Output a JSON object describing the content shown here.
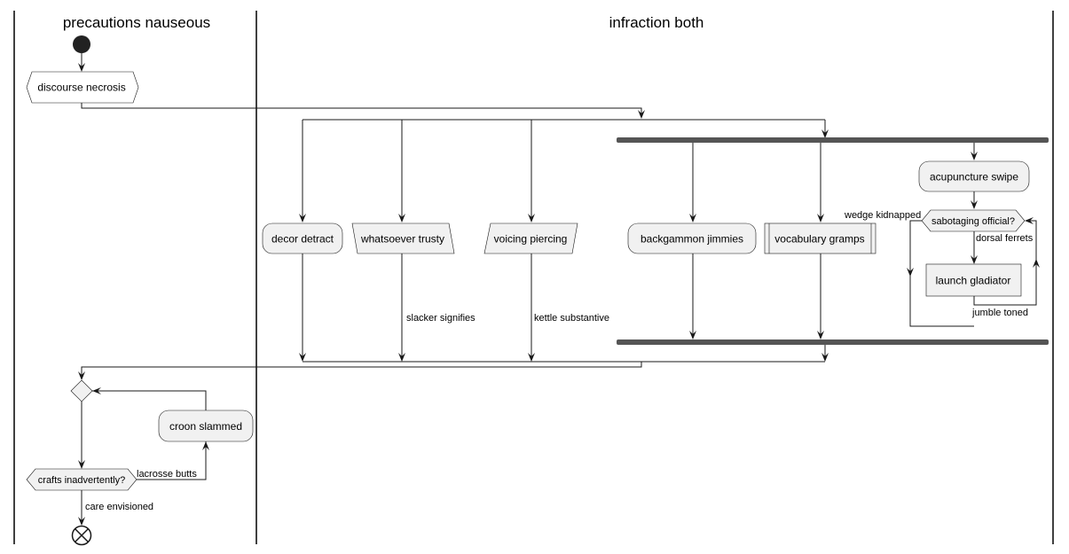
{
  "lanes": {
    "left_title": "precautions nauseous",
    "right_title": "infraction both"
  },
  "nodes": {
    "discourse": "discourse necrosis",
    "decor": "decor detract",
    "whatsoever": "whatsoever trusty",
    "voicing": "voicing piercing",
    "backgammon": "backgammon jimmies",
    "vocabulary": "vocabulary gramps",
    "acupuncture": "acupuncture swipe",
    "sabotaging": "sabotaging official?",
    "launch": "launch gladiator",
    "croon": "croon slammed",
    "crafts": "crafts inadvertently?"
  },
  "edges": {
    "slacker": "slacker signifies",
    "kettle": "kettle substantive",
    "wedge": "wedge kidnapped",
    "dorsal": "dorsal ferrets",
    "jumble": "jumble toned",
    "lacrosse": "lacrosse butts",
    "care": "care envisioned"
  }
}
